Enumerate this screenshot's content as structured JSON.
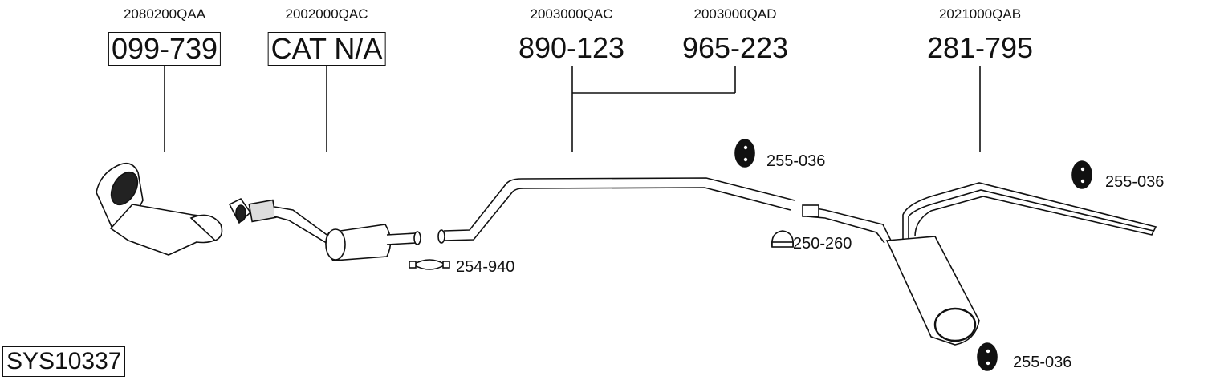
{
  "system_id": "SYS10337",
  "parts": [
    {
      "oe_code": "2080200QAA",
      "part_number": "099-739",
      "boxed": true
    },
    {
      "oe_code": "2002000QAC",
      "part_number": "CAT N/A",
      "boxed": true
    },
    {
      "oe_code": "2003000QAC",
      "part_number": "890-123",
      "boxed": false
    },
    {
      "oe_code": "2003000QAD",
      "part_number": "965-223",
      "boxed": false
    },
    {
      "oe_code": "2021000QAB",
      "part_number": "281-795",
      "boxed": false
    }
  ],
  "accessories": [
    {
      "type": "rubber-hanger",
      "part_number": "255-036"
    },
    {
      "type": "rubber-hanger",
      "part_number": "255-036"
    },
    {
      "type": "rubber-hanger",
      "part_number": "255-036"
    },
    {
      "type": "u-clamp",
      "part_number": "250-260"
    },
    {
      "type": "flange-clamp",
      "part_number": "254-940"
    }
  ]
}
